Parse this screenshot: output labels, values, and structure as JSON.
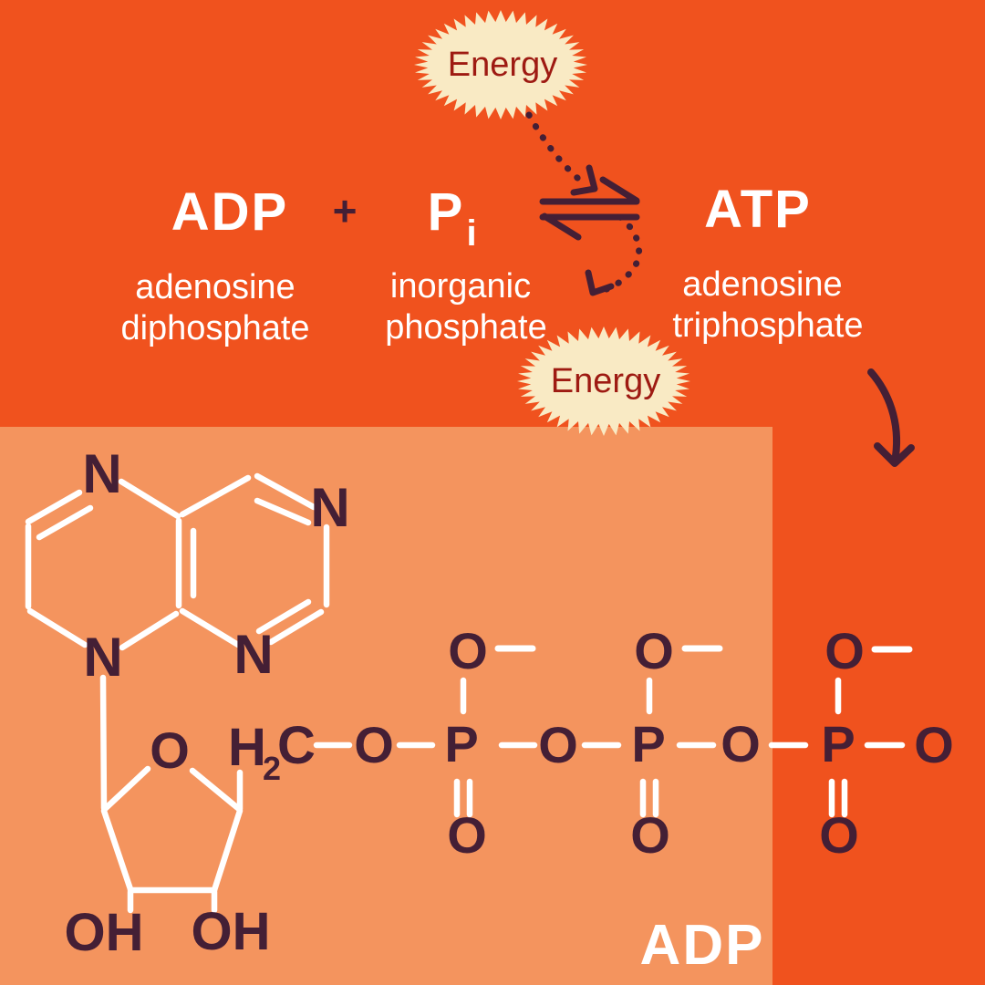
{
  "colors": {
    "background": "#F0521E",
    "panel": "#F4945E",
    "ink_dark": "#441F35",
    "ink_white": "#FFFFFF",
    "badge_fill": "#F9EAC4",
    "badge_text": "#9E1A12"
  },
  "reaction": {
    "energy_in": "Energy",
    "energy_out": "Energy",
    "adp_symbol": "ADP",
    "plus": "+",
    "pi_symbol": "P",
    "pi_subscript": "i",
    "atp_symbol": "ATP",
    "adp_name_line1": "adenosine",
    "adp_name_line2": "diphosphate",
    "pi_name_line1": "inorganic",
    "pi_name_line2": "phosphate",
    "atp_name_line1": "adenosine",
    "atp_name_line2": "triphosphate"
  },
  "molecule": {
    "label": "ADP",
    "nitrogens": [
      "N",
      "N",
      "N",
      "N"
    ],
    "ring_oxygen": "O",
    "h2c": {
      "h": "H",
      "sub": "2",
      "c": "C"
    },
    "hydroxyls": [
      "OH",
      "OH"
    ],
    "bridge_oxygens": [
      "O",
      "O",
      "O",
      "O"
    ],
    "phosphorus": [
      "P",
      "P",
      "P"
    ],
    "phosphate_top_oxygens": [
      "O",
      "O",
      "O"
    ],
    "phosphate_bottom_oxygens": [
      "O",
      "O",
      "O"
    ],
    "charge": "−"
  }
}
